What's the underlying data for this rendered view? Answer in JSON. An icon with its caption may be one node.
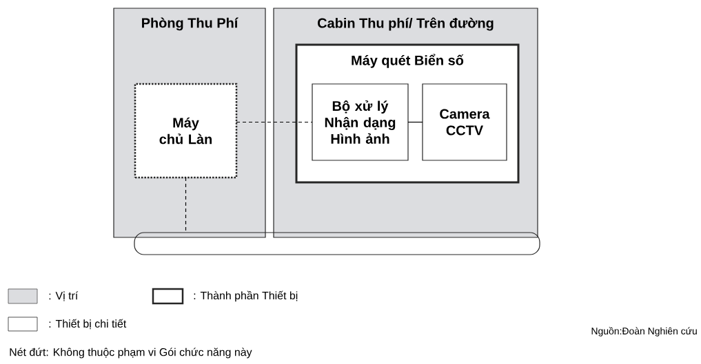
{
  "diagram": {
    "nodes": [
      {
        "text": [
          "Phòng Thu Phí"
        ]
      },
      {
        "text": [
          "Máy chủ Làn"
        ],
        "in": 0
      },
      {
        "text": [
          "Cabin Thu phí/ Trên đường"
        ]
      },
      {
        "text": [
          "Máy quét Biển số"
        ],
        "in": 2
      },
      {
        "text": [
          "Bộ xử lý Nhận dạng Hình ảnh"
        ],
        "in": 3
      },
      {
        "text": [
          "Camera CCTV"
        ],
        "in": 3
      },
      {
        "text": [],
        "shape": "bar"
      }
    ],
    "edges": [
      {
        "from": 1,
        "to": 4,
        "arrow": "none",
        "style": "dashed"
      },
      {
        "from": 4,
        "to": 5,
        "arrow": "none"
      },
      {
        "from": 1,
        "to": 6,
        "arrow": "none",
        "style": "dashed"
      }
    ],
    "labels": [
      "Nguồn:Đoàn Nghiên cứu",
      "Nét đứt: Không thuộc phạm vi Gói chức năng này"
    ],
    "legend": [
      {
        "text": ": Vị trí",
        "color": "#dcdde0"
      },
      {
        "text": ": Thành phần Thiết bị"
      },
      {
        "text": ": Thiết bị chi tiết"
      }
    ]
  }
}
